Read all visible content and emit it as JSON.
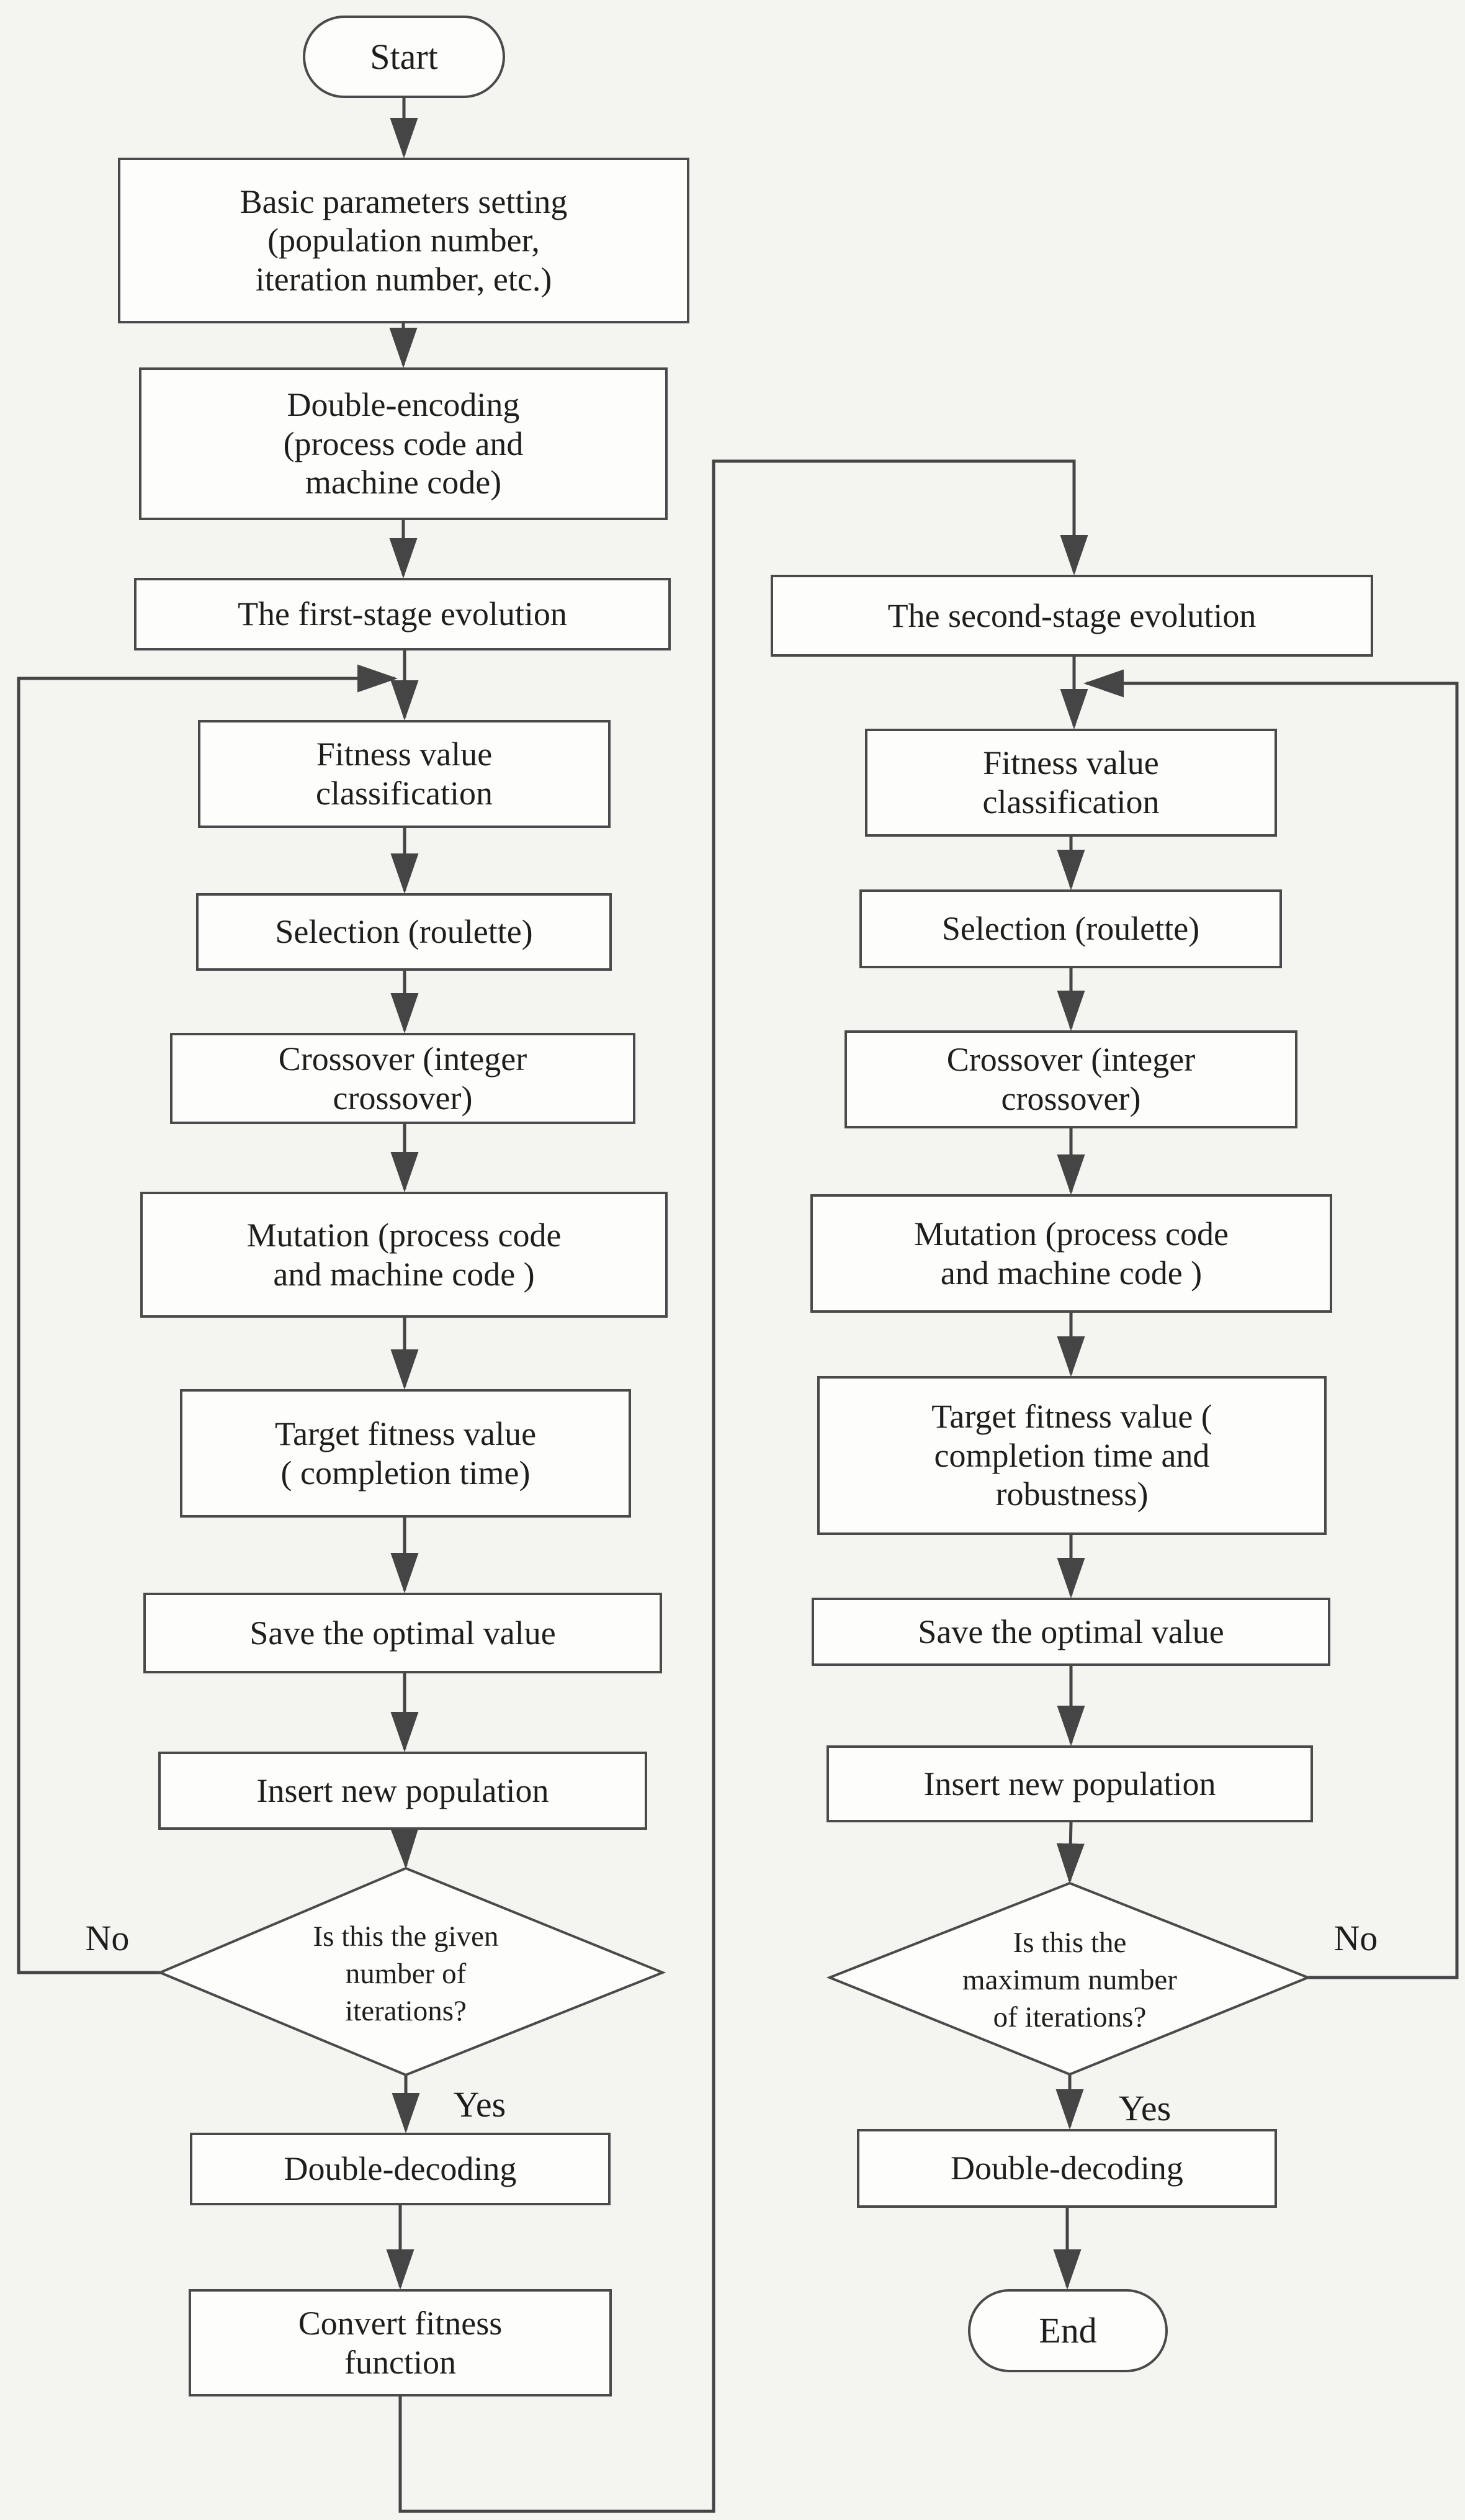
{
  "diagram": {
    "title": "Two-stage genetic algorithm flowchart",
    "bg_color": "#f4f4f1",
    "line_color": "#454545",
    "box_fill": "#fdfdfc",
    "box_border": "#4a4a4a",
    "text_color": "#1e1e1e"
  },
  "nodes": {
    "start": {
      "text": "Start"
    },
    "basic_params": {
      "text": "Basic parameters setting\n(population number,\niteration number, etc.)"
    },
    "double_encoding": {
      "text": "Double-encoding\n(process code and\nmachine code)"
    },
    "first_stage": {
      "text": "The first-stage evolution"
    },
    "fitness_class_1": {
      "text": "Fitness value\nclassification"
    },
    "selection_1": {
      "text": "Selection (roulette)"
    },
    "crossover_1": {
      "text": "Crossover (integer\ncrossover)"
    },
    "mutation_1": {
      "text": "Mutation (process code\nand machine code )"
    },
    "target_fitness_1": {
      "text": "Target fitness value\n( completion time)"
    },
    "save_optimal_1": {
      "text": "Save the optimal value"
    },
    "insert_pop_1": {
      "text": "Insert new population"
    },
    "decision_1": {
      "text": "Is this the given\nnumber of\niterations?"
    },
    "double_decoding_1": {
      "text": "Double-decoding"
    },
    "convert_fitness": {
      "text": "Convert fitness\nfunction"
    },
    "second_stage": {
      "text": "The second-stage evolution"
    },
    "fitness_class_2": {
      "text": "Fitness value\nclassification"
    },
    "selection_2": {
      "text": "Selection (roulette)"
    },
    "crossover_2": {
      "text": "Crossover (integer\ncrossover)"
    },
    "mutation_2": {
      "text": "Mutation (process code\nand machine code )"
    },
    "target_fitness_2": {
      "text": "Target fitness value (\ncompletion time and\nrobustness)"
    },
    "save_optimal_2": {
      "text": "Save the optimal value"
    },
    "insert_pop_2": {
      "text": "Insert new population"
    },
    "decision_2": {
      "text": "Is this the\nmaximum number\nof iterations?"
    },
    "double_decoding_2": {
      "text": "Double-decoding"
    },
    "end": {
      "text": "End"
    }
  },
  "edge_labels": {
    "no_1": "No",
    "yes_1": "Yes",
    "no_2": "No",
    "yes_2": "Yes"
  }
}
